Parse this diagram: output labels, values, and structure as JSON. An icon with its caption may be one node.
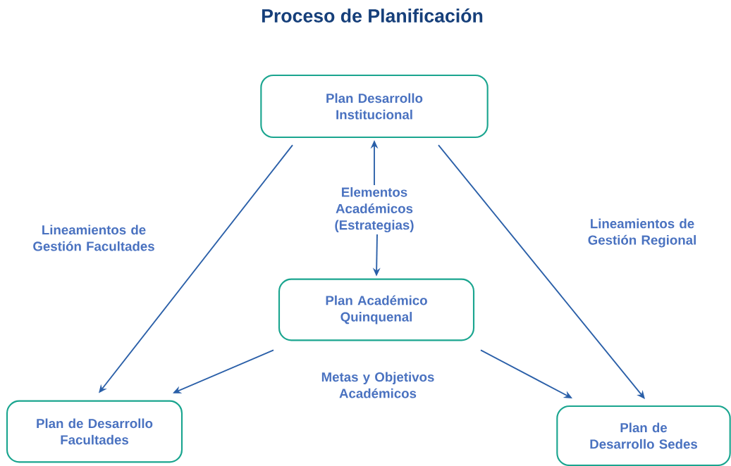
{
  "diagram": {
    "title": "Proceso de Planificación",
    "nodes": [
      {
        "text": [
          "Plan Desarrollo Institucional"
        ]
      },
      {
        "text": [
          "Plan Académico Quinquenal"
        ]
      },
      {
        "text": [
          "Plan de Desarrollo Facultades"
        ]
      },
      {
        "text": [
          "Plan de Desarrollo Sedes"
        ]
      },
      {
        "text": [
          "Elementos Académicos (Estrategias)"
        ]
      }
    ],
    "edges": [
      {
        "from": 4,
        "to": 0,
        "arrow": "to"
      },
      {
        "from": 4,
        "to": 1,
        "arrow": "to"
      },
      {
        "from": 0,
        "to": 2,
        "arrow": "to",
        "label": "Lineamientos de Gestión Facultades"
      },
      {
        "from": 0,
        "to": 3,
        "arrow": "to",
        "label": "Lineamientos de Gestión Regional"
      },
      {
        "from": 1,
        "to": 2,
        "arrow": "to"
      },
      {
        "from": 1,
        "to": 3,
        "arrow": "to"
      }
    ],
    "labels": [
      "Metas y Objetivos Académicos"
    ]
  }
}
